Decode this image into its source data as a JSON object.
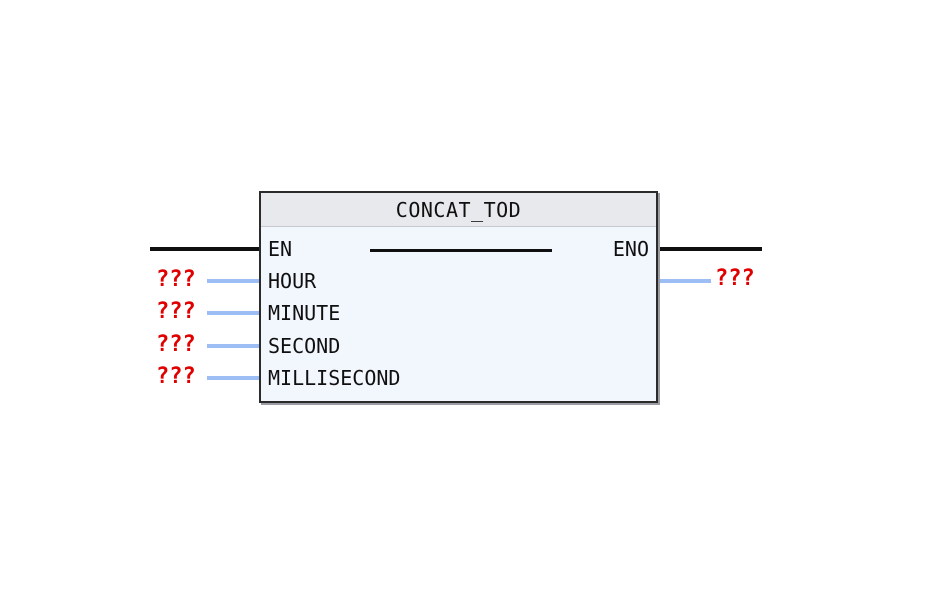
{
  "diagram": {
    "kind": "plc-function-block-diagram",
    "language": "FBD",
    "background_color": "#ffffff"
  },
  "block": {
    "title": "CONCAT_TOD",
    "header_color": "#e8e9ed",
    "body_color": "#f2f6fd",
    "border_color": "#2b2b2b",
    "enable_pin": {
      "input_label": "EN",
      "output_label": "ENO"
    },
    "inputs": [
      {
        "label": "HOUR"
      },
      {
        "label": "MINUTE"
      },
      {
        "label": "SECOND"
      },
      {
        "label": "MILLISECOND"
      }
    ]
  },
  "operands": {
    "unassigned_text": "???",
    "unassigned_color": "#e00000",
    "inputs": [
      {
        "value": "???"
      },
      {
        "value": "???"
      },
      {
        "value": "???"
      },
      {
        "value": "???"
      }
    ],
    "outputs": [
      {
        "value": "???"
      }
    ]
  },
  "wires": {
    "power_color": "#101010",
    "signal_color": "#9dbef5"
  }
}
